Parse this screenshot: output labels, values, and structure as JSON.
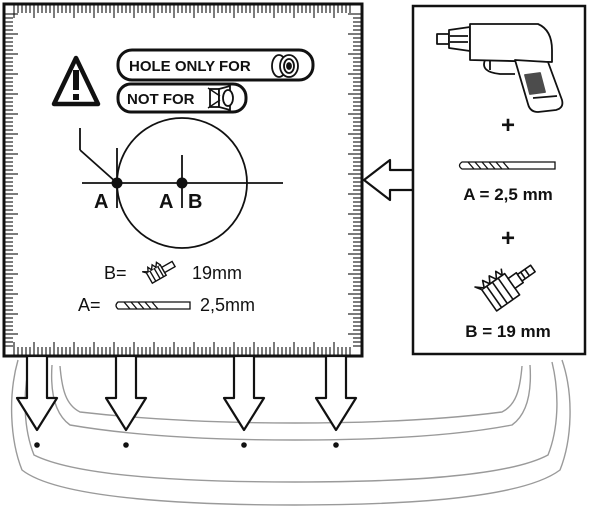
{
  "template": {
    "warning_label_hole_only": "HOLE ONLY FOR",
    "warning_label_not_for": "NOT FOR",
    "point_a_label": "A",
    "point_a_label_center": "A",
    "point_b_label": "B",
    "legend_b_prefix": "B=",
    "legend_b_value": "19mm",
    "legend_a_prefix": "A=",
    "legend_a_value": "2,5mm"
  },
  "tools_panel": {
    "plus_1": "+",
    "plus_2": "+",
    "drill_bit_label": "A = 2,5 mm",
    "hole_saw_label": "B = 19 mm"
  },
  "icons": [
    "warning-triangle-icon",
    "sensor-icon",
    "sensor-bracket-icon",
    "hole-saw-icon",
    "drill-bit-icon",
    "power-drill-icon"
  ],
  "colors": {
    "ink": "#111111",
    "paper": "#ffffff",
    "bumper_line": "#9a9a9a"
  }
}
